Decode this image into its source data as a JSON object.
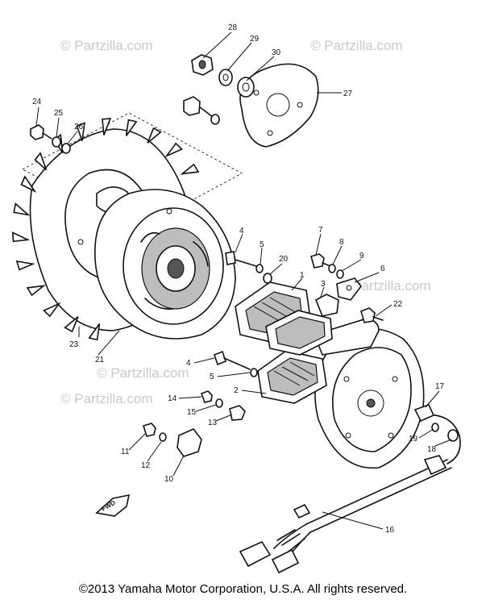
{
  "watermark": "© Partzilla.com",
  "copyright": "©2013  Yamaha Motor Corporation, U.S.A. All rights reserved.",
  "direction_label": "FWD",
  "callouts": [
    "1",
    "2",
    "3",
    "4",
    "4",
    "5",
    "5",
    "6",
    "7",
    "8",
    "9",
    "10",
    "11",
    "12",
    "13",
    "14",
    "15",
    "16",
    "17",
    "18",
    "19",
    "20",
    "21",
    "22",
    "23",
    "24",
    "25",
    "26",
    "27",
    "28",
    "29",
    "30"
  ]
}
